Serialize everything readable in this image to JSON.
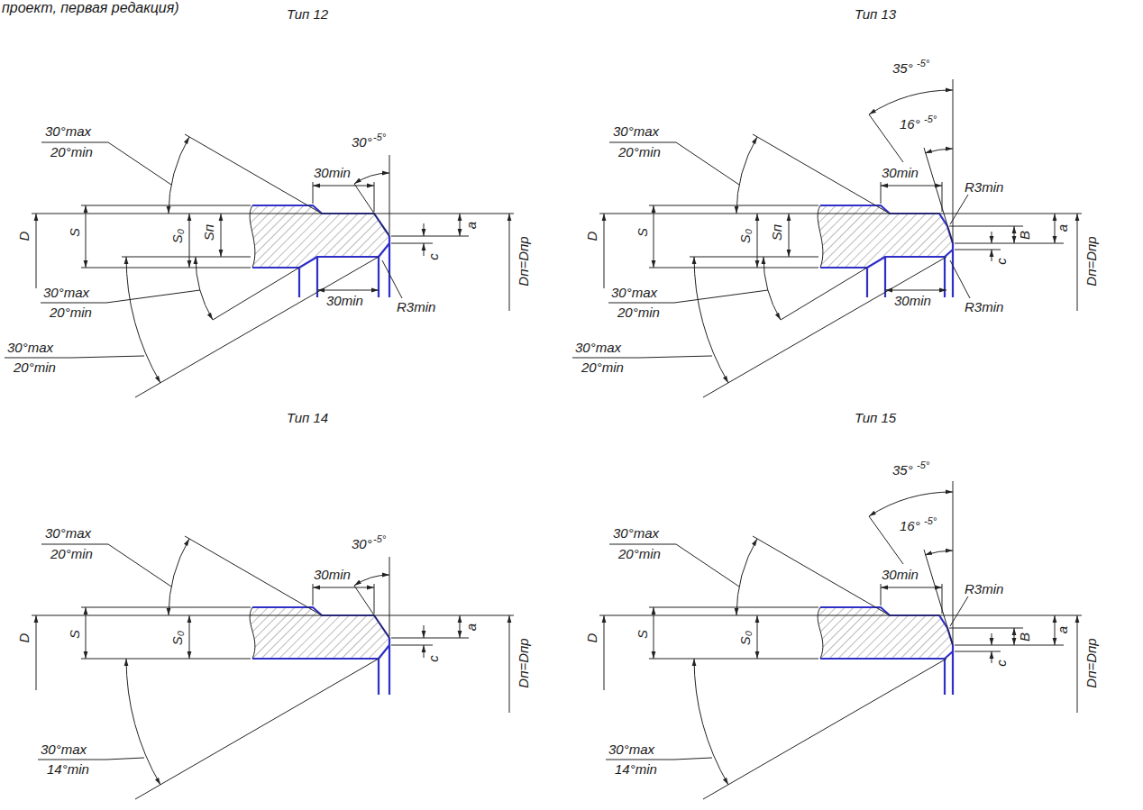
{
  "diagram": {
    "labels": [
      "проект, первая редакция)",
      "Тип 12",
      "30°max",
      "20°min",
      "30min",
      "30°",
      "-5°",
      "D",
      "S",
      "S₀",
      "Sп",
      "a",
      "c",
      "Dп=Dпр",
      "30°max",
      "20°min",
      "30°max",
      "20°min",
      "30min",
      "R3min",
      "Тип 13",
      "35°",
      "-5°",
      "16°",
      "-5°",
      "30°max",
      "20°min",
      "30min",
      "R3min",
      "D",
      "S",
      "S₀",
      "Sп",
      "B",
      "a",
      "c",
      "Dп=Dпр",
      "30°max",
      "20°min",
      "30°max",
      "20°min",
      "30min",
      "R3min",
      "Тип 14",
      "30°max",
      "20°min",
      "30min",
      "30°",
      "-5°",
      "D",
      "S",
      "S₀",
      "a",
      "c",
      "Dп=Dпр",
      "30°max",
      "14°min",
      "Тип 15",
      "35°",
      "-5°",
      "16°",
      "-5°",
      "30°max",
      "20°min",
      "30min",
      "R3min",
      "D",
      "S",
      "S₀",
      "B",
      "a",
      "c",
      "Dп=Dпр",
      "30°max",
      "14°min"
    ]
  }
}
